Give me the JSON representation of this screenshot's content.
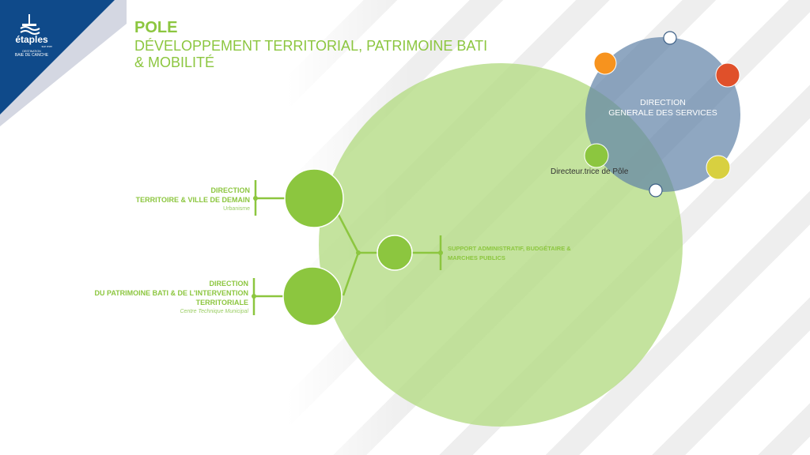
{
  "logo": {
    "name": "étaples",
    "suffix": "sur mer",
    "tagline_top": "DESTINATION",
    "tagline": "BAIE DE CANCHE"
  },
  "header": {
    "title": "POLE",
    "subtitle_line1": "DÉVELOPPEMENT TERRITORIAL, PATRIMOINE BATI",
    "subtitle_line2": "& MOBILITÉ"
  },
  "directions": [
    {
      "line1": "DIRECTION",
      "line2": "TERRITOIRE & VILLE DE DEMAIN",
      "sub": "Urbanisme"
    },
    {
      "line1": "DIRECTION",
      "line2": "DU PATRIMOINE BATI & DE L'INTERVENTION",
      "line3": "TERRITORIALE",
      "sub": "Centre Technique Municipal"
    }
  ],
  "support": {
    "line1": "SUPPORT ADMINISTRATIF, BUDGÉTAIRE &",
    "line2": "MARCHES PUBLICS"
  },
  "dgs": {
    "line1": "DIRECTION",
    "line2": "GENERALE DES SERVICES"
  },
  "director_label": "Directeur.trice de Pôle",
  "colors": {
    "green": "#8cc63f",
    "light_green": "#b5dc86",
    "blue": "#7f9bb8",
    "navy": "#0f4a8a",
    "orange": "#f7931e",
    "red": "#e0502a",
    "yellow": "#d8d040"
  }
}
